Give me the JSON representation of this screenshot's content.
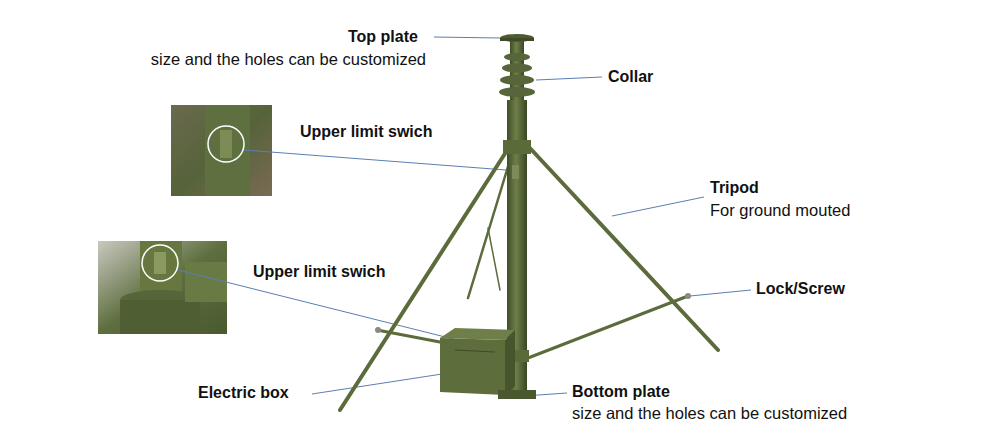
{
  "diagram": {
    "labels": [
      "Top plate",
      "size and the holes can be customized",
      "Collar",
      "Upper limit swich",
      "Tripod",
      "For ground mouted",
      "Lock/Screw",
      "Upper limit swich",
      "Electric box",
      "Bottom plate",
      "size and the holes can be customized"
    ]
  }
}
